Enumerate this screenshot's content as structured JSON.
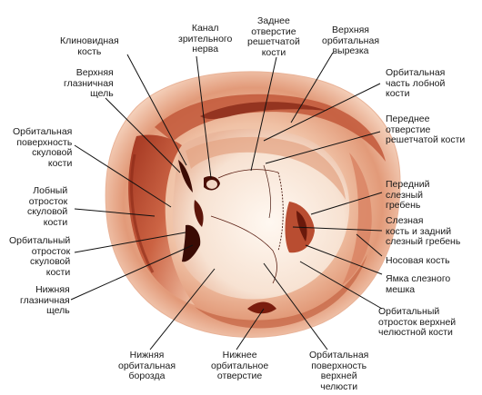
{
  "labels": {
    "sphenoid": "Клиновидная\nкость",
    "optic_canal": "Канал\nзрительного\nнерва",
    "post_ethmoid": "Заднее\nотверстие\nрешетчатой\nкости",
    "sup_orb_notch": "Верхняя\nорбитальная\nвырезка",
    "sup_orb_fissure": "Верхняя\nглазничная\nщель",
    "orb_frontal": "Орбитальная\nчасть лобной\nкости",
    "zyg_orb_surface": "Орбитальная\nповерхность\nскуловой\nкости",
    "ant_ethmoid": "Переднее\nотверстие\nрешетчатой кости",
    "zyg_frontal": "Лобный\nотросток\nскуловой\nкости",
    "ant_lacrimal_crest": "Передний\nслезный\nгребень",
    "zyg_orb_process": "Орбитальный\nотросток\nскуловой\nкости",
    "lacrimal_bone": "Слезная\nкость и задний\nслезный гребень",
    "nasal_bone": "Носовая кость",
    "inf_orb_fissure": "Нижняя\nглазничная\nщель",
    "lacrimal_sac_fossa": "Ямка слезного\nмешка",
    "max_orb_process": "Орбитальный\nотросток верхней\nчелюстной кости",
    "inf_orb_groove": "Нижняя\nорбитальная\nборозда",
    "inf_orb_foramen": "Нижнее\nорбитальное\nотверстие",
    "max_orb_surface": "Орбитальная\nповерхность\nверхней\nчелюсти"
  },
  "colors": {
    "bone_light": "#f6ddc9",
    "bone_mid": "#e9a98a",
    "bone_dark": "#b4452b",
    "shadow": "#6e1a0e",
    "orbit_floor": "#fbece0",
    "line": "#111111"
  }
}
